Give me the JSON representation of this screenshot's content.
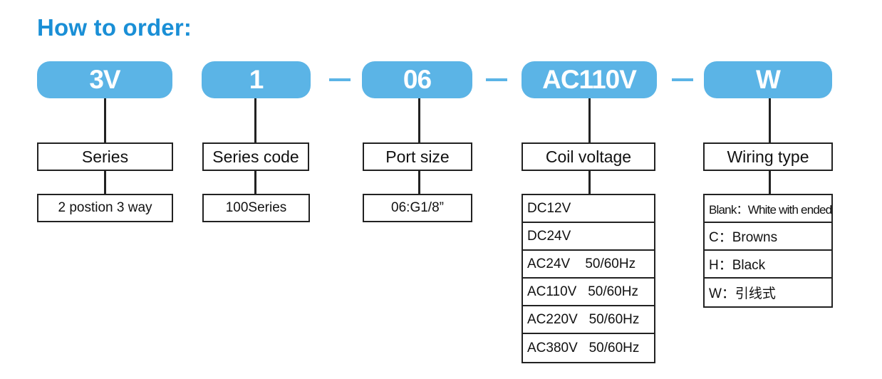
{
  "heading": "How to order:",
  "segments": [
    {
      "code": "3V",
      "label": "Series",
      "value": "2 postion 3 way"
    },
    {
      "code": "1",
      "label": "Series code",
      "value": "100Series"
    },
    {
      "code": "06",
      "label": "Port size",
      "value": "06:G1/8”"
    },
    {
      "code": "AC110V",
      "label": "Coil voltage",
      "options": [
        "DC12V",
        "DC24V",
        "AC24V    50/60Hz",
        "AC110V   50/60Hz",
        "AC220V   50/60Hz",
        "AC380V   50/60Hz"
      ]
    },
    {
      "code": "W",
      "label": "Wiring type",
      "options": [
        "Blank：White with ended",
        "C：Browns",
        "H：Black",
        "W：引线式"
      ]
    }
  ],
  "colors": {
    "accent": "#5bb4e6",
    "heading": "#1a8fd6",
    "line": "#222222"
  }
}
